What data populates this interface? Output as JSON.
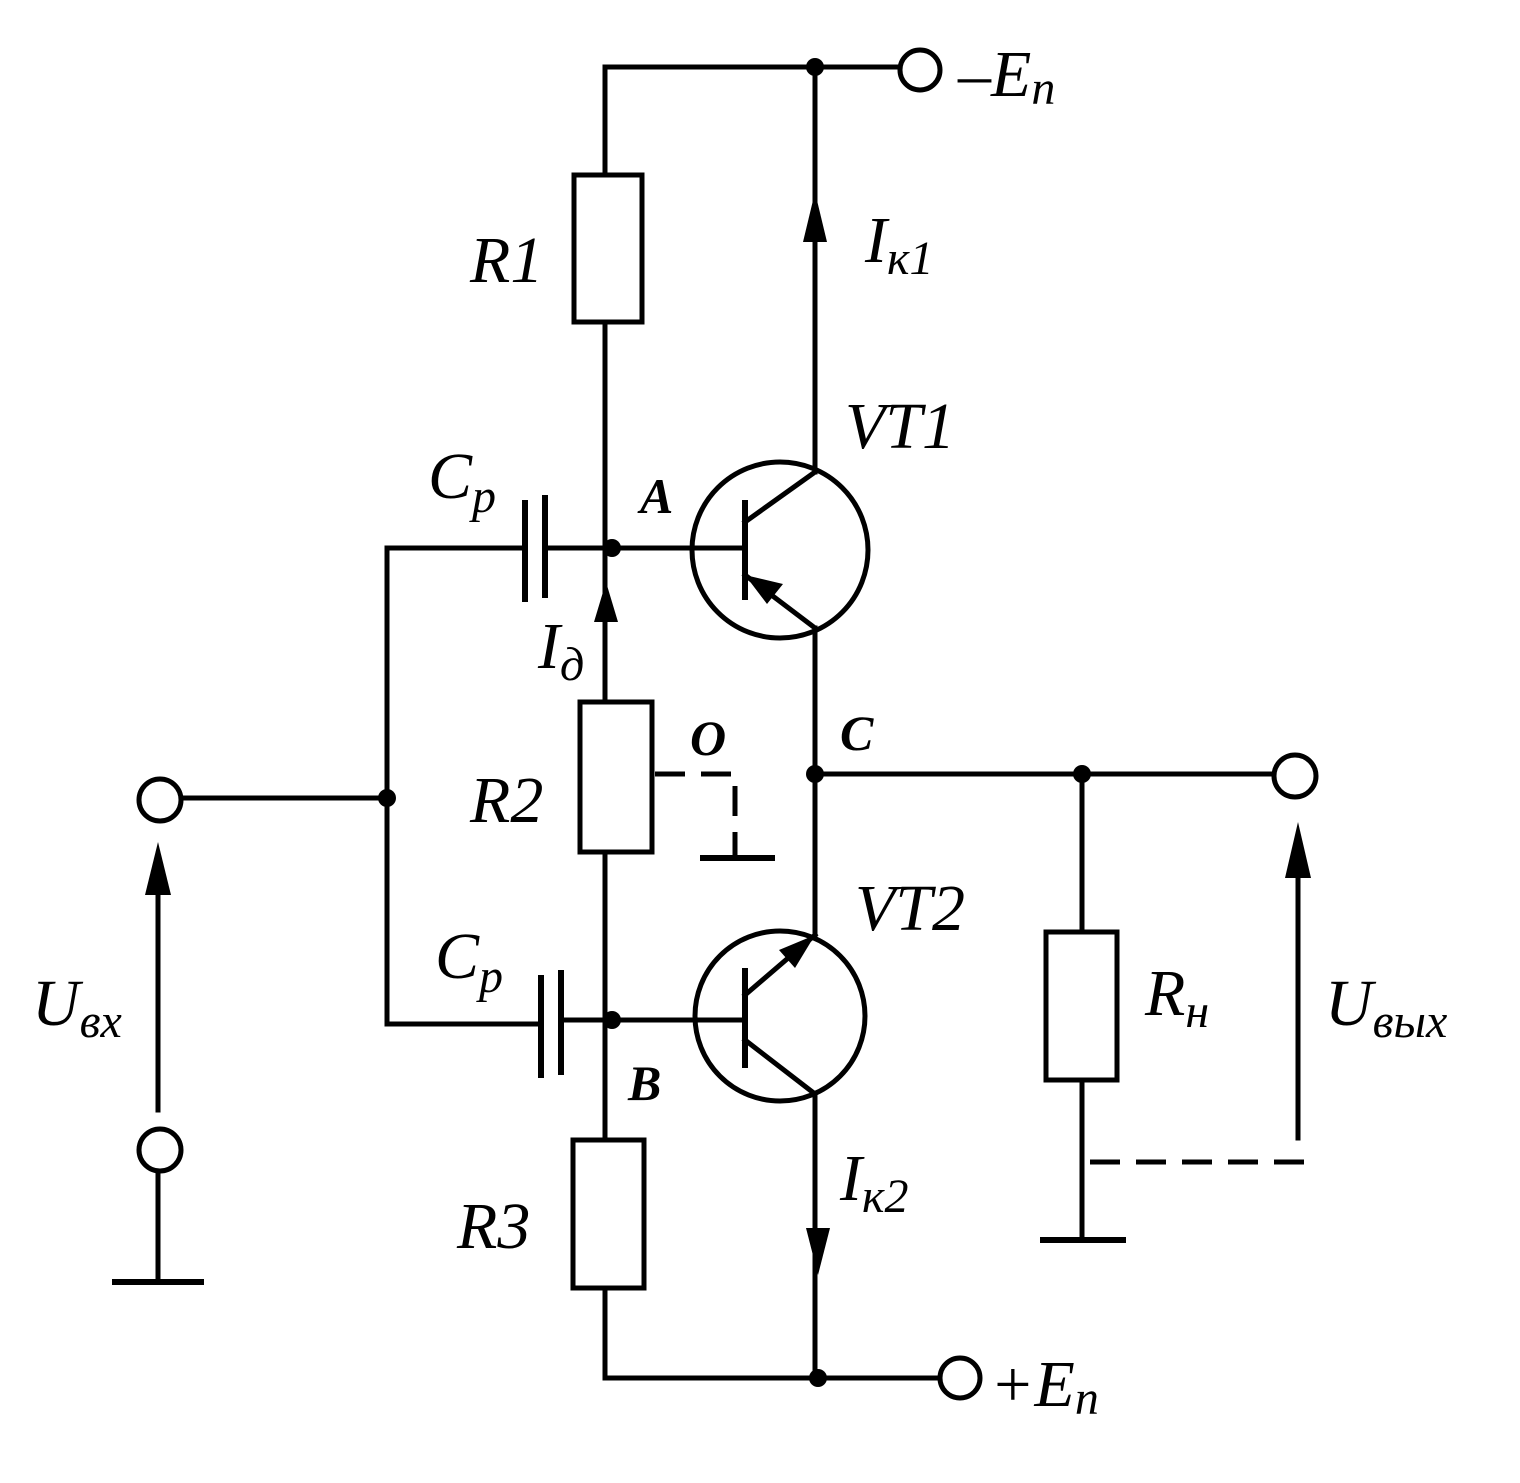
{
  "labels": {
    "supply_neg": {
      "sign": "–",
      "main": "E",
      "sub": "n"
    },
    "supply_pos": {
      "sign": "+",
      "main": "E",
      "sub": "n"
    },
    "r1": "R1",
    "r2": "R2",
    "r3": "R3",
    "rn": {
      "main": "R",
      "sub": "н"
    },
    "vt1": "VT1",
    "vt2": "VT2",
    "cp_top": {
      "main": "C",
      "sub": "p"
    },
    "cp_bottom": {
      "main": "C",
      "sub": "p"
    },
    "ik1": {
      "main": "I",
      "sub": "к1"
    },
    "ik2": {
      "main": "I",
      "sub": "к2"
    },
    "id": {
      "main": "I",
      "sub": "д"
    },
    "uin": {
      "main": "U",
      "sub": "вх"
    },
    "uout": {
      "main": "U",
      "sub": "вых"
    },
    "node_a": "A",
    "node_b": "B",
    "node_c": "C",
    "node_o": "O"
  }
}
